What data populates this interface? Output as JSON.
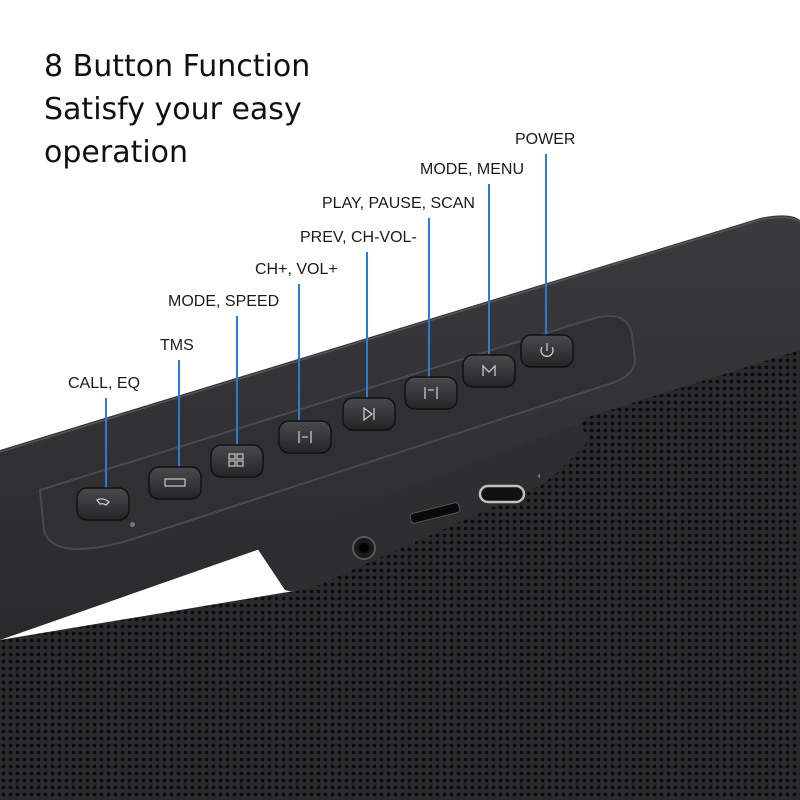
{
  "headline": {
    "line1": "8 Button Function",
    "line2": "Satisfy your easy",
    "line3": "operation"
  },
  "leader_color": "#2a7ad8",
  "buttons": [
    {
      "label": "CALL, EQ",
      "icon": "phone-icon"
    },
    {
      "label": "TMS",
      "icon": "tws-text-icon"
    },
    {
      "label": "MODE, SPEED",
      "icon": "mode-grid-icon"
    },
    {
      "label": "CH+, VOL+",
      "icon": "next-track-icon"
    },
    {
      "label": "PREV, CH-VOL-",
      "icon": "play-pause-icon"
    },
    {
      "label": "PLAY, PAUSE, SCAN",
      "icon": "previous-track-icon"
    },
    {
      "label": "MODE, MENU",
      "icon": "menu-m-icon"
    },
    {
      "label": "POWER",
      "icon": "power-icon"
    }
  ],
  "ports": [
    "microsd-slot",
    "usb-c-port",
    "aux-jack"
  ]
}
